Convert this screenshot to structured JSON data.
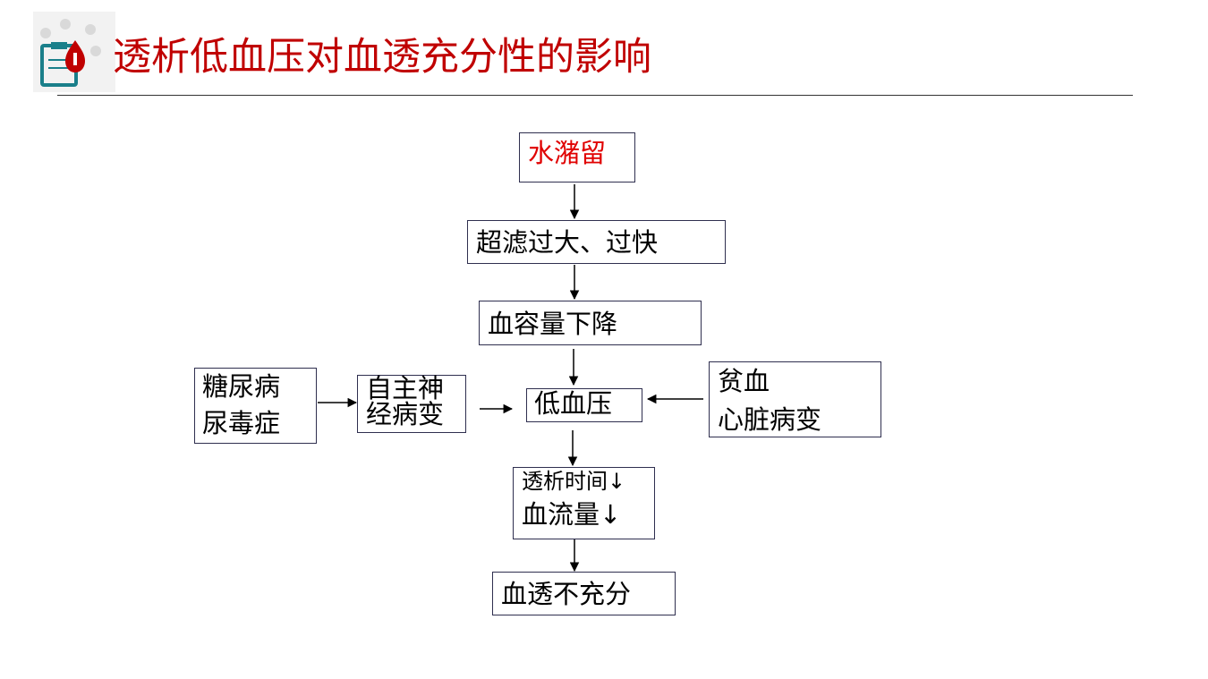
{
  "slide": {
    "title": "透析低血压对血透充分性的影响"
  },
  "diagram": {
    "nodes": {
      "water": {
        "label": "水潴留",
        "color": "#e00000"
      },
      "uf": {
        "label": "超滤过大、过快"
      },
      "volume": {
        "label": "血容量下降"
      },
      "hypo": {
        "label": "低血压"
      },
      "diabetes": {
        "line1": "糖尿病",
        "line2": "尿毒症"
      },
      "autonomic": {
        "line1": "自主神",
        "line2": "经病变"
      },
      "anemia": {
        "line1": "贫血",
        "line2": "心脏病变"
      },
      "timeflow": {
        "line1": "透析时间↓",
        "line2": "血流量↓"
      },
      "inadequate": {
        "label": "血透不充分"
      }
    },
    "edges": [
      [
        "water",
        "uf"
      ],
      [
        "uf",
        "volume"
      ],
      [
        "volume",
        "hypo"
      ],
      [
        "diabetes",
        "autonomic"
      ],
      [
        "autonomic",
        "hypo"
      ],
      [
        "anemia",
        "hypo"
      ],
      [
        "hypo",
        "timeflow"
      ],
      [
        "timeflow",
        "inadequate"
      ]
    ]
  }
}
